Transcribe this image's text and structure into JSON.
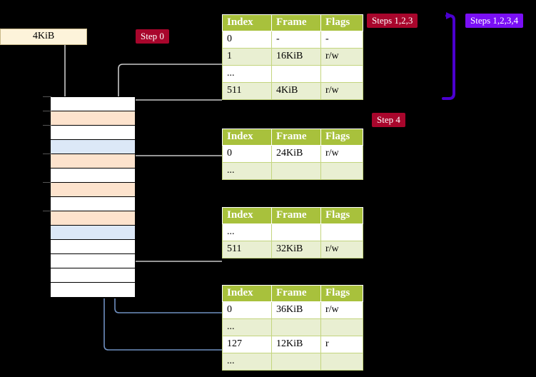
{
  "diagram": {
    "title_region": "x86-64 four-level page table walk",
    "background": "#000000"
  },
  "colors": {
    "badge_crimson": "#a8062c",
    "badge_violet": "#7a0ff5",
    "table_header_green": "#a8c13c",
    "table_row_alt": "#e9efd2",
    "highlight_yellow": "#fcfaa8",
    "mem_peach": "#fde3cd",
    "mem_blue": "#dce8f7",
    "kib_box_fill": "#fdf3da",
    "wire_grey": "#b8b8b8",
    "wire_blue": "#6f8fc0"
  },
  "kib_box": {
    "label": "4KiB"
  },
  "badges": [
    {
      "id": "step0",
      "label": "Step 0",
      "color": "crimson"
    },
    {
      "id": "steps123",
      "label": "Steps 1,2,3",
      "color": "crimson"
    },
    {
      "id": "steps1234",
      "label": "Steps 1,2,3,4",
      "color": "violet"
    },
    {
      "id": "step4",
      "label": "Step 4",
      "color": "crimson"
    }
  ],
  "memory_column": {
    "name": "physical-memory-column",
    "cells": [
      {
        "index": 0,
        "fill": "white"
      },
      {
        "index": 1,
        "fill": "peach"
      },
      {
        "index": 2,
        "fill": "white"
      },
      {
        "index": 3,
        "fill": "blue"
      },
      {
        "index": 4,
        "fill": "peach"
      },
      {
        "index": 5,
        "fill": "white"
      },
      {
        "index": 6,
        "fill": "peach"
      },
      {
        "index": 7,
        "fill": "white"
      },
      {
        "index": 8,
        "fill": "peach"
      },
      {
        "index": 9,
        "fill": "blue"
      },
      {
        "index": 10,
        "fill": "white"
      },
      {
        "index": 11,
        "fill": "white"
      },
      {
        "index": 12,
        "fill": "white"
      },
      {
        "index": 13,
        "fill": "white"
      }
    ],
    "ticks_at_rows": [
      0,
      1,
      2,
      4,
      6,
      8
    ]
  },
  "tables": [
    {
      "id": "ptable-0",
      "name": "page-table-level-4",
      "headers": [
        "Index",
        "Frame",
        "Flags"
      ],
      "rows": [
        {
          "cells": [
            "0",
            "-",
            "-"
          ],
          "stripe": "odd",
          "highlight": false
        },
        {
          "cells": [
            "1",
            "16KiB",
            "r/w"
          ],
          "stripe": "even",
          "highlight": false
        },
        {
          "cells": [
            "...",
            "",
            ""
          ],
          "stripe": "odd",
          "highlight": false
        },
        {
          "cells": [
            "511",
            "4KiB",
            "r/w"
          ],
          "stripe": "even",
          "highlight": true
        }
      ]
    },
    {
      "id": "ptable-1",
      "name": "page-table-level-3",
      "headers": [
        "Index",
        "Frame",
        "Flags"
      ],
      "rows": [
        {
          "cells": [
            "0",
            "24KiB",
            "r/w"
          ],
          "stripe": "odd",
          "highlight": false
        },
        {
          "cells": [
            "...",
            "",
            ""
          ],
          "stripe": "even",
          "highlight": false
        }
      ]
    },
    {
      "id": "ptable-2",
      "name": "page-table-level-2",
      "headers": [
        "Index",
        "Frame",
        "Flags"
      ],
      "rows": [
        {
          "cells": [
            "...",
            "",
            ""
          ],
          "stripe": "odd",
          "highlight": false
        },
        {
          "cells": [
            "511",
            "32KiB",
            "r/w"
          ],
          "stripe": "even",
          "highlight": false
        }
      ]
    },
    {
      "id": "ptable-3",
      "name": "page-table-level-1",
      "headers": [
        "Index",
        "Frame",
        "Flags"
      ],
      "rows": [
        {
          "cells": [
            "0",
            "36KiB",
            "r/w"
          ],
          "stripe": "odd",
          "highlight": false
        },
        {
          "cells": [
            "...",
            "",
            ""
          ],
          "stripe": "even",
          "highlight": false
        },
        {
          "cells": [
            "127",
            "12KiB",
            "r"
          ],
          "stripe": "odd",
          "highlight": false
        },
        {
          "cells": [
            "...",
            "",
            ""
          ],
          "stripe": "even",
          "highlight": false
        }
      ]
    }
  ]
}
